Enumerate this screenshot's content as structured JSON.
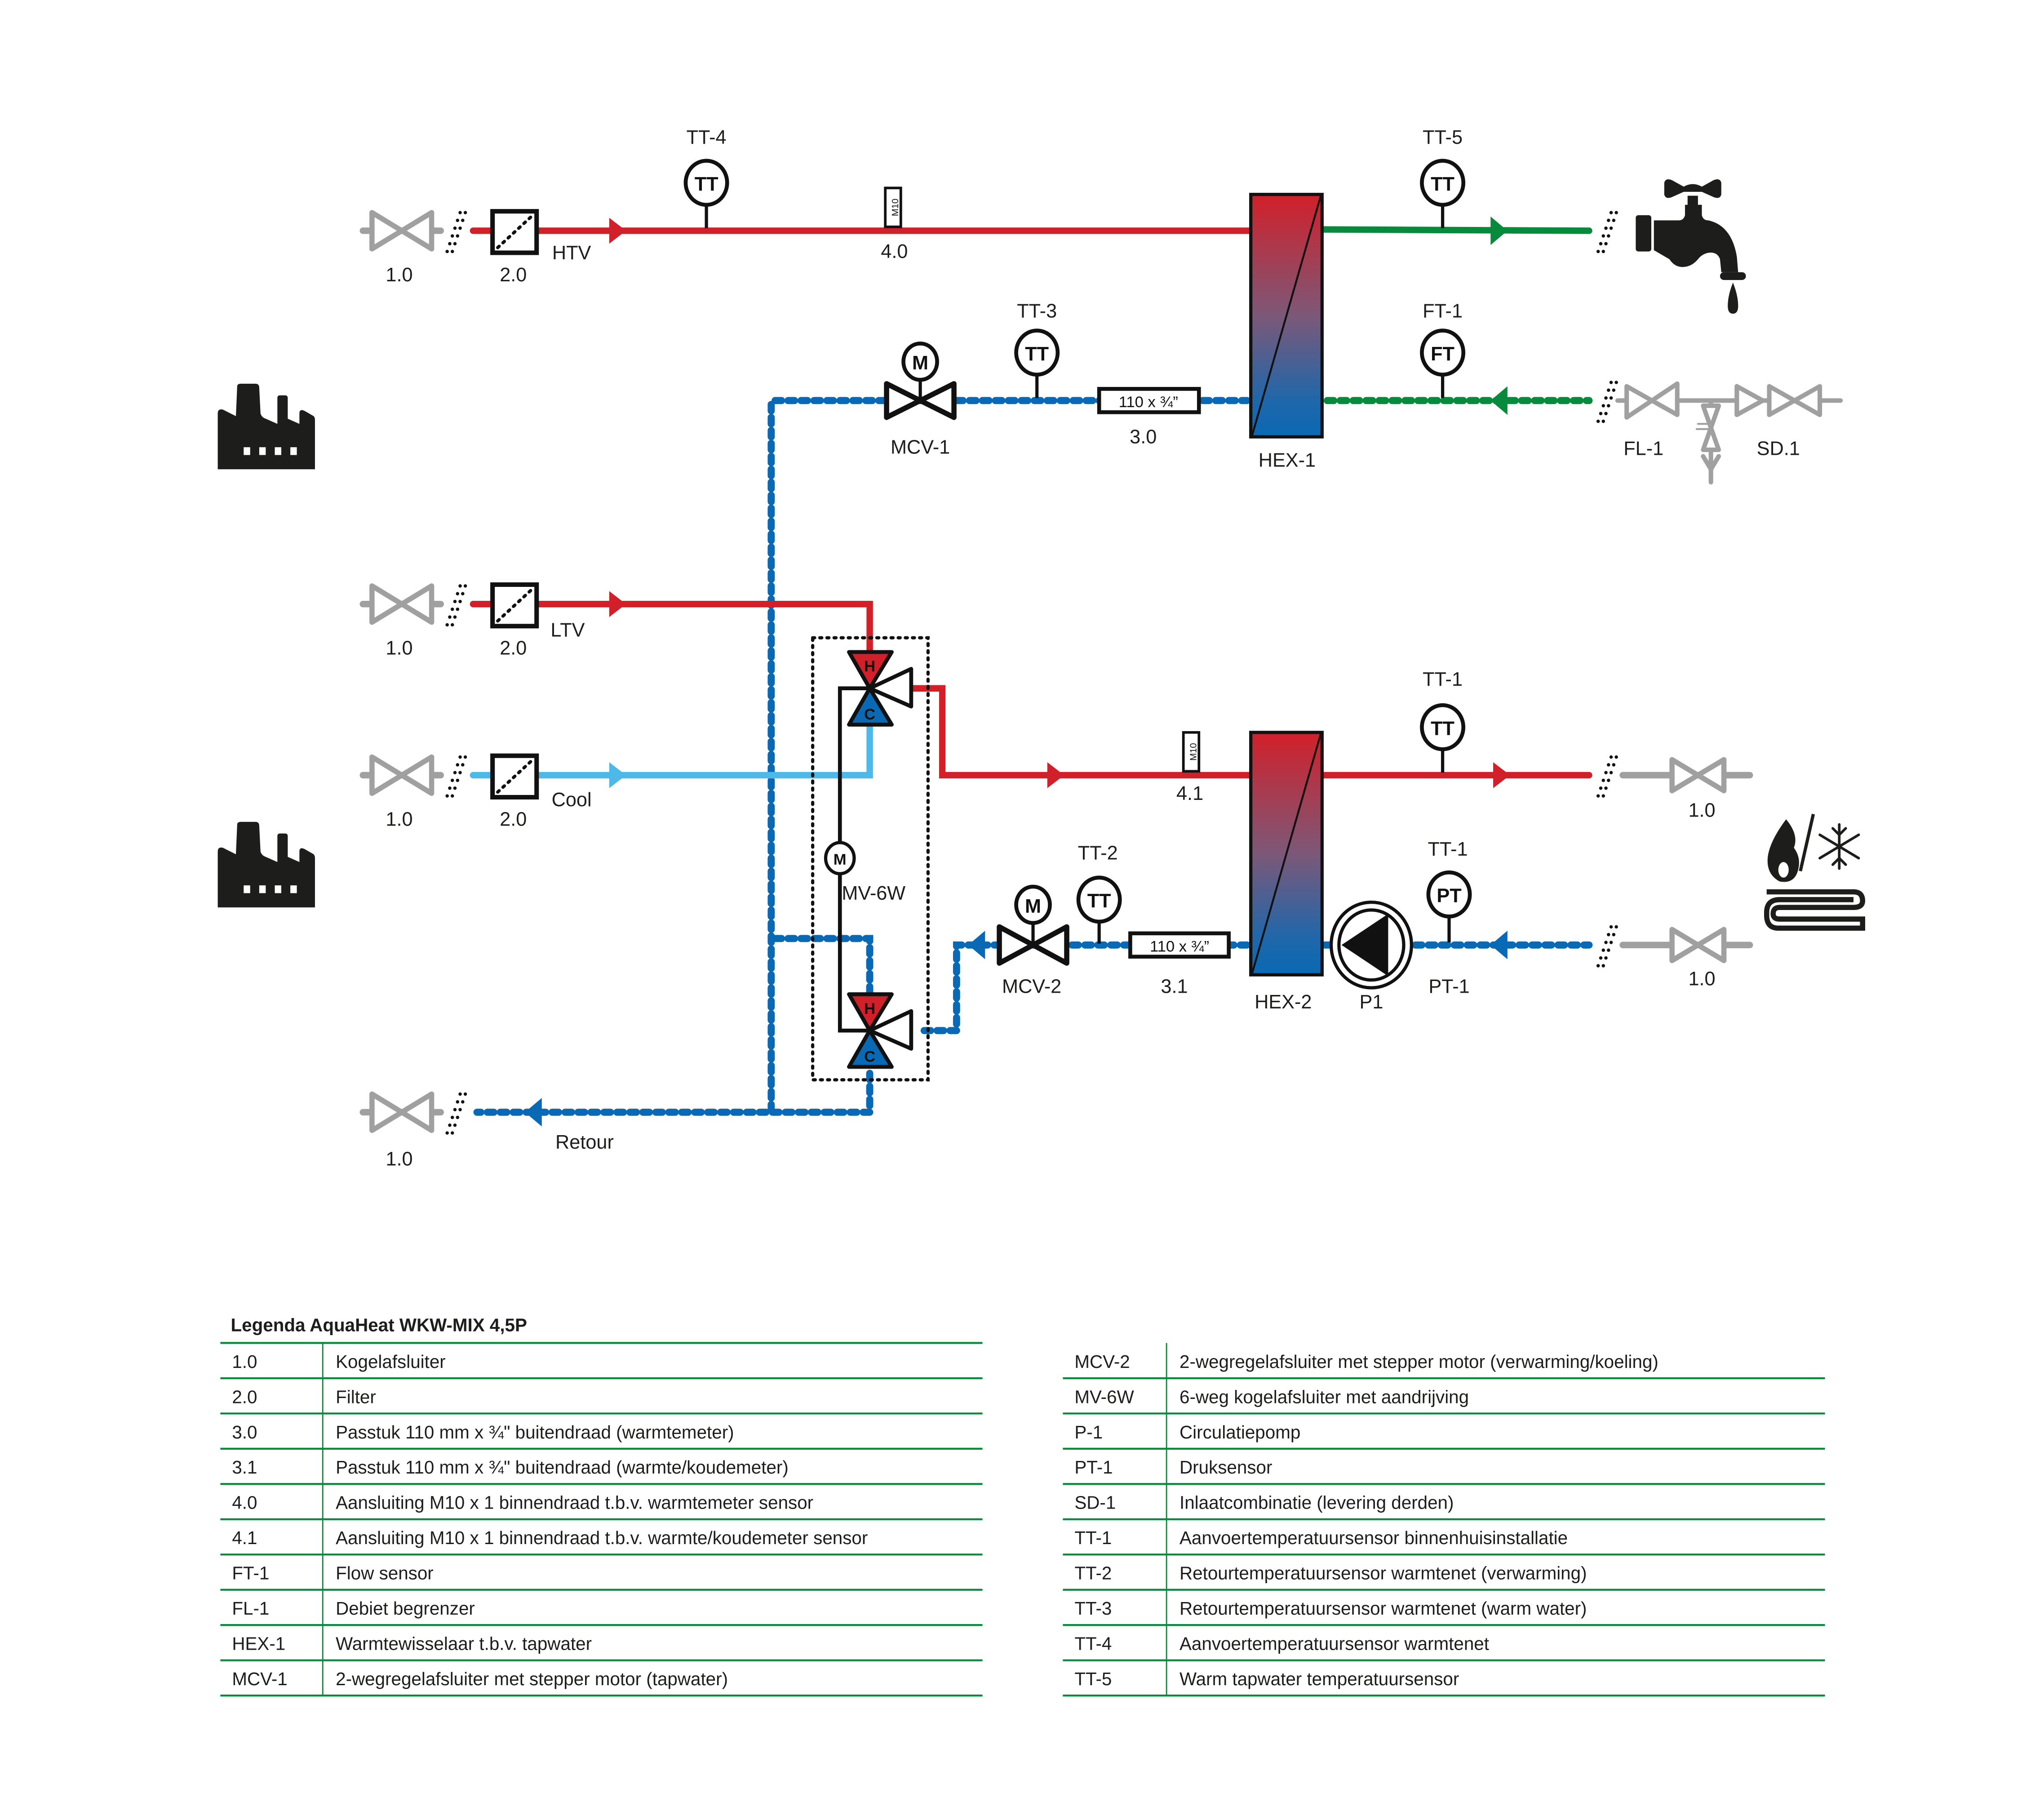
{
  "colors": {
    "hot": "#d1202a",
    "cold_return": "#0a69b4",
    "cool": "#4eb9e8",
    "tapwater": "#078a3c",
    "third_party": "#a0a0a0",
    "legend_rule": "#078a3c"
  },
  "diagram": {
    "supply_lines": {
      "htv": "HTV",
      "ltv": "LTV",
      "cool": "Cool",
      "retour": "Retour"
    },
    "component_labels": {
      "valve_1_0": "1.0",
      "filter_2_0": "2.0",
      "fitting_3_0": "3.0",
      "fitting_3_1": "3.1",
      "m10_4_0": "4.0",
      "m10_4_1": "4.1",
      "hex1": "HEX-1",
      "hex2": "HEX-2",
      "mcv1": "MCV-1",
      "mcv2": "MCV-2",
      "mv6w": "MV-6W",
      "p1": "P1",
      "pt1": "PT-1",
      "fl1": "FL-1",
      "sd1": "SD.1"
    },
    "sensor_tags": {
      "tt4": "TT-4",
      "tt5": "TT-5",
      "tt3": "TT-3",
      "ft1": "FT-1",
      "tt1": "TT-1",
      "tt2": "TT-2",
      "pt1_tag": "TT-1"
    },
    "symbol_text": {
      "tt": "TT",
      "ft": "FT",
      "pt": "PT",
      "motor": "M",
      "m10": "M10",
      "fitting": "110 x ¾”",
      "hot": "H",
      "cold": "C"
    },
    "icons": [
      "factory-icon",
      "factory-icon",
      "tap-faucet-icon",
      "heating-cooling-icon",
      "pump-icon"
    ]
  },
  "legend": {
    "title": "Legenda AquaHeat WKW-MIX 4,5P",
    "left": [
      {
        "code": "1.0",
        "desc": "Kogelafsluiter"
      },
      {
        "code": "2.0",
        "desc": "Filter"
      },
      {
        "code": "3.0",
        "desc": "Passtuk 110 mm x ¾\" buitendraad (warmtemeter)"
      },
      {
        "code": "3.1",
        "desc": "Passtuk 110 mm x ¾\" buitendraad (warmte/koudemeter)"
      },
      {
        "code": "4.0",
        "desc": "Aansluiting M10 x 1 binnendraad t.b.v. warmtemeter sensor"
      },
      {
        "code": "4.1",
        "desc": "Aansluiting M10 x 1 binnendraad t.b.v. warmte/koudemeter sensor"
      },
      {
        "code": "FT-1",
        "desc": "Flow sensor"
      },
      {
        "code": "FL-1",
        "desc": "Debiet begrenzer"
      },
      {
        "code": "HEX-1",
        "desc": "Warmtewisselaar t.b.v. tapwater"
      },
      {
        "code": "MCV-1",
        "desc": "2-wegregelafsluiter met stepper motor (tapwater)"
      }
    ],
    "right": [
      {
        "code": "MCV-2",
        "desc": "2-wegregelafsluiter met stepper motor (verwarming/koeling)"
      },
      {
        "code": "MV-6W",
        "desc": "6-weg kogelafsluiter met aandrijving"
      },
      {
        "code": "P-1",
        "desc": "Circulatiepomp"
      },
      {
        "code": "PT-1",
        "desc": "Druksensor"
      },
      {
        "code": "SD-1",
        "desc": "Inlaatcombinatie (levering derden)"
      },
      {
        "code": "TT-1",
        "desc": "Aanvoertemperatuursensor binnenhuisinstallatie"
      },
      {
        "code": "TT-2",
        "desc": "Retourtemperatuursensor warmtenet (verwarming)"
      },
      {
        "code": "TT-3",
        "desc": "Retourtemperatuursensor warmtenet (warm water)"
      },
      {
        "code": "TT-4",
        "desc": "Aanvoertemperatuursensor warmtenet"
      },
      {
        "code": "TT-5",
        "desc": "Warm tapwater temperatuursensor"
      }
    ]
  }
}
